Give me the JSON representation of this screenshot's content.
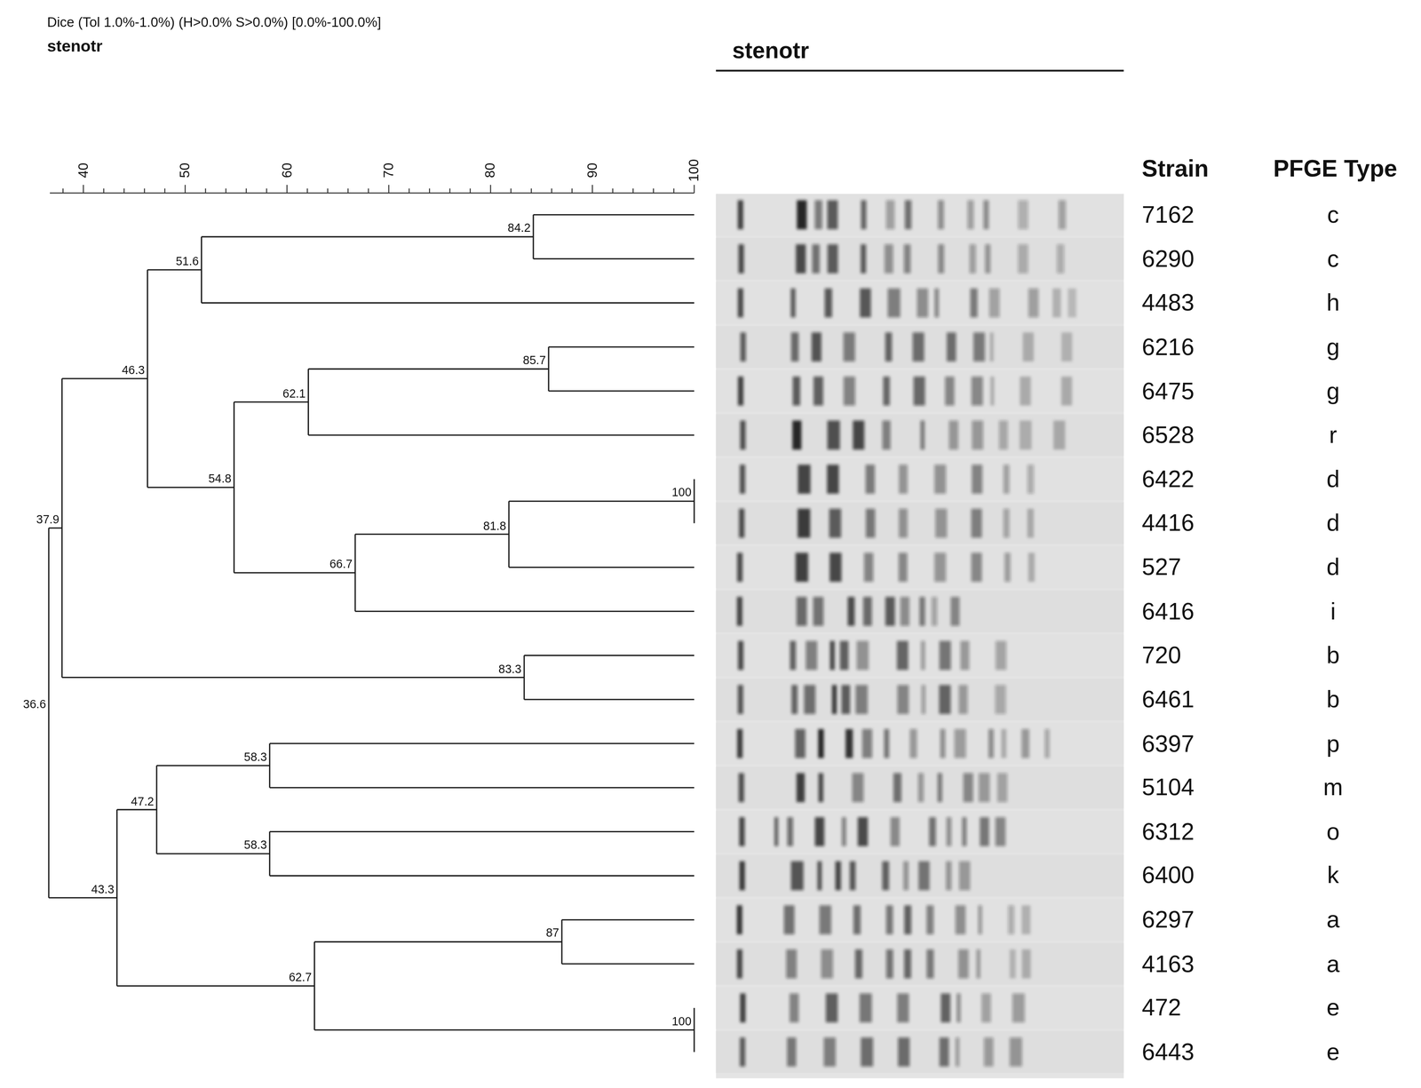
{
  "diagram": {
    "labels": [
      "Dice (Tol 1.0%-1.0%) (H>0.0% S>0.0%) [0.0%-100.0%]",
      "stenotr",
      "stenotr",
      "40",
      "50",
      "60",
      "70",
      "80",
      "90",
      "100",
      "Strain",
      "PFGE Type",
      "84.2",
      "51.6",
      "46.3",
      "85.7",
      "62.1",
      "54.8",
      "100",
      "81.8",
      "66.7",
      "37.9",
      "83.3",
      "36.6",
      "58.3",
      "47.2",
      "58.3",
      "43.3",
      "87",
      "62.7",
      "100",
      "7162",
      "c",
      "6290",
      "c",
      "4483",
      "h",
      "6216",
      "g",
      "6475",
      "g",
      "6528",
      "r",
      "6422",
      "d",
      "4416",
      "d",
      "527",
      "d",
      "6416",
      "i",
      "720",
      "b",
      "6461",
      "b",
      "6397",
      "p",
      "5104",
      "m",
      "6312",
      "o",
      "6400",
      "k",
      "6297",
      "a",
      "4163",
      "a",
      "472",
      "e",
      "6443",
      "e"
    ]
  }
}
